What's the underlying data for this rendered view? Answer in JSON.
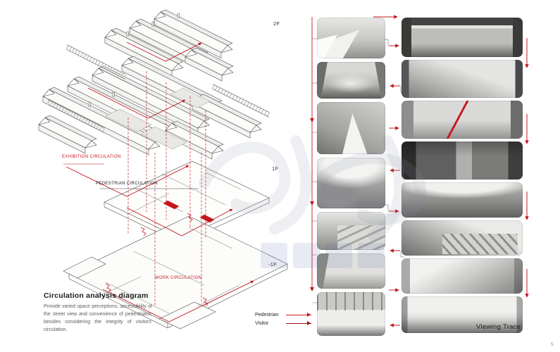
{
  "page": {
    "number": "5"
  },
  "analysis": {
    "title": "Circulation analysis diagram",
    "description": "Provide varied space perceptions, accessibility of the street view and convenience of pedestrians, besides considering the integrity of visitors' circulation.",
    "floors": [
      {
        "label": "2F"
      },
      {
        "label": "1F"
      },
      {
        "label": "-1F"
      }
    ],
    "circulations": {
      "exhibition": "EXHIBITION CIRCULATION",
      "pedestrian": "PEDESTRIAN CIRCULATION",
      "work": "WORK CIRCULATION"
    }
  },
  "trace": {
    "title": "Viewing Trace",
    "legend": [
      {
        "label": "Pedestrian"
      },
      {
        "label": "Visitor"
      }
    ],
    "left_thumbnails": [
      {
        "kind": "ext-houses"
      },
      {
        "kind": "corridor"
      },
      {
        "kind": "courtyard"
      },
      {
        "kind": "arched"
      },
      {
        "kind": "stairs-ext"
      },
      {
        "kind": "room"
      },
      {
        "kind": "truss"
      }
    ],
    "right_thumbnails": [
      {
        "kind": "skylight-corridor"
      },
      {
        "kind": "hall"
      },
      {
        "kind": "redline-room"
      },
      {
        "kind": "dark-corridor"
      },
      {
        "kind": "curved"
      },
      {
        "kind": "staircase"
      },
      {
        "kind": "stairhall"
      },
      {
        "kind": "bigroom"
      }
    ]
  },
  "colors": {
    "accent_red": "#c4161c",
    "line": "#3d3d3b"
  }
}
